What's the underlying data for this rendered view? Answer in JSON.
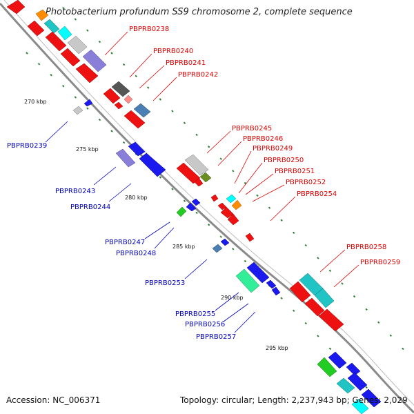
{
  "title": "Photobacterium profundum SS9 chromosome 2, complete sequence",
  "accession": "Accession: NC_006371",
  "topology": "Topology: circular; Length: 2,237,943 bp; Genes: 2,029",
  "colors": {
    "forward_label": "#dd0000",
    "reverse_label": "#0000bb",
    "backbone": "#808080",
    "tick": "#2e7d32"
  },
  "kbp_labels": [
    "270 kbp",
    "275 kbp",
    "280 kbp",
    "285 kbp",
    "290 kbp",
    "295 kbp"
  ],
  "forward_labels": [
    "PBPRB0238",
    "PBPRB0240",
    "PBPRB0241",
    "PBPRB0242",
    "PBPRB0245",
    "PBPRB0246",
    "PBPRB0249",
    "PBPRB0250",
    "PBPRB0251",
    "PBPRB0252",
    "PBPRB0254",
    "PBPRB0258",
    "PBPRB0259"
  ],
  "reverse_labels": [
    "PBPRB0239",
    "PBPRB0243",
    "PBPRB0244",
    "PBPRB0247",
    "PBPRB0248",
    "PBPRB0253",
    "PBPRB0255",
    "PBPRB0256",
    "PBPRB0257"
  ]
}
